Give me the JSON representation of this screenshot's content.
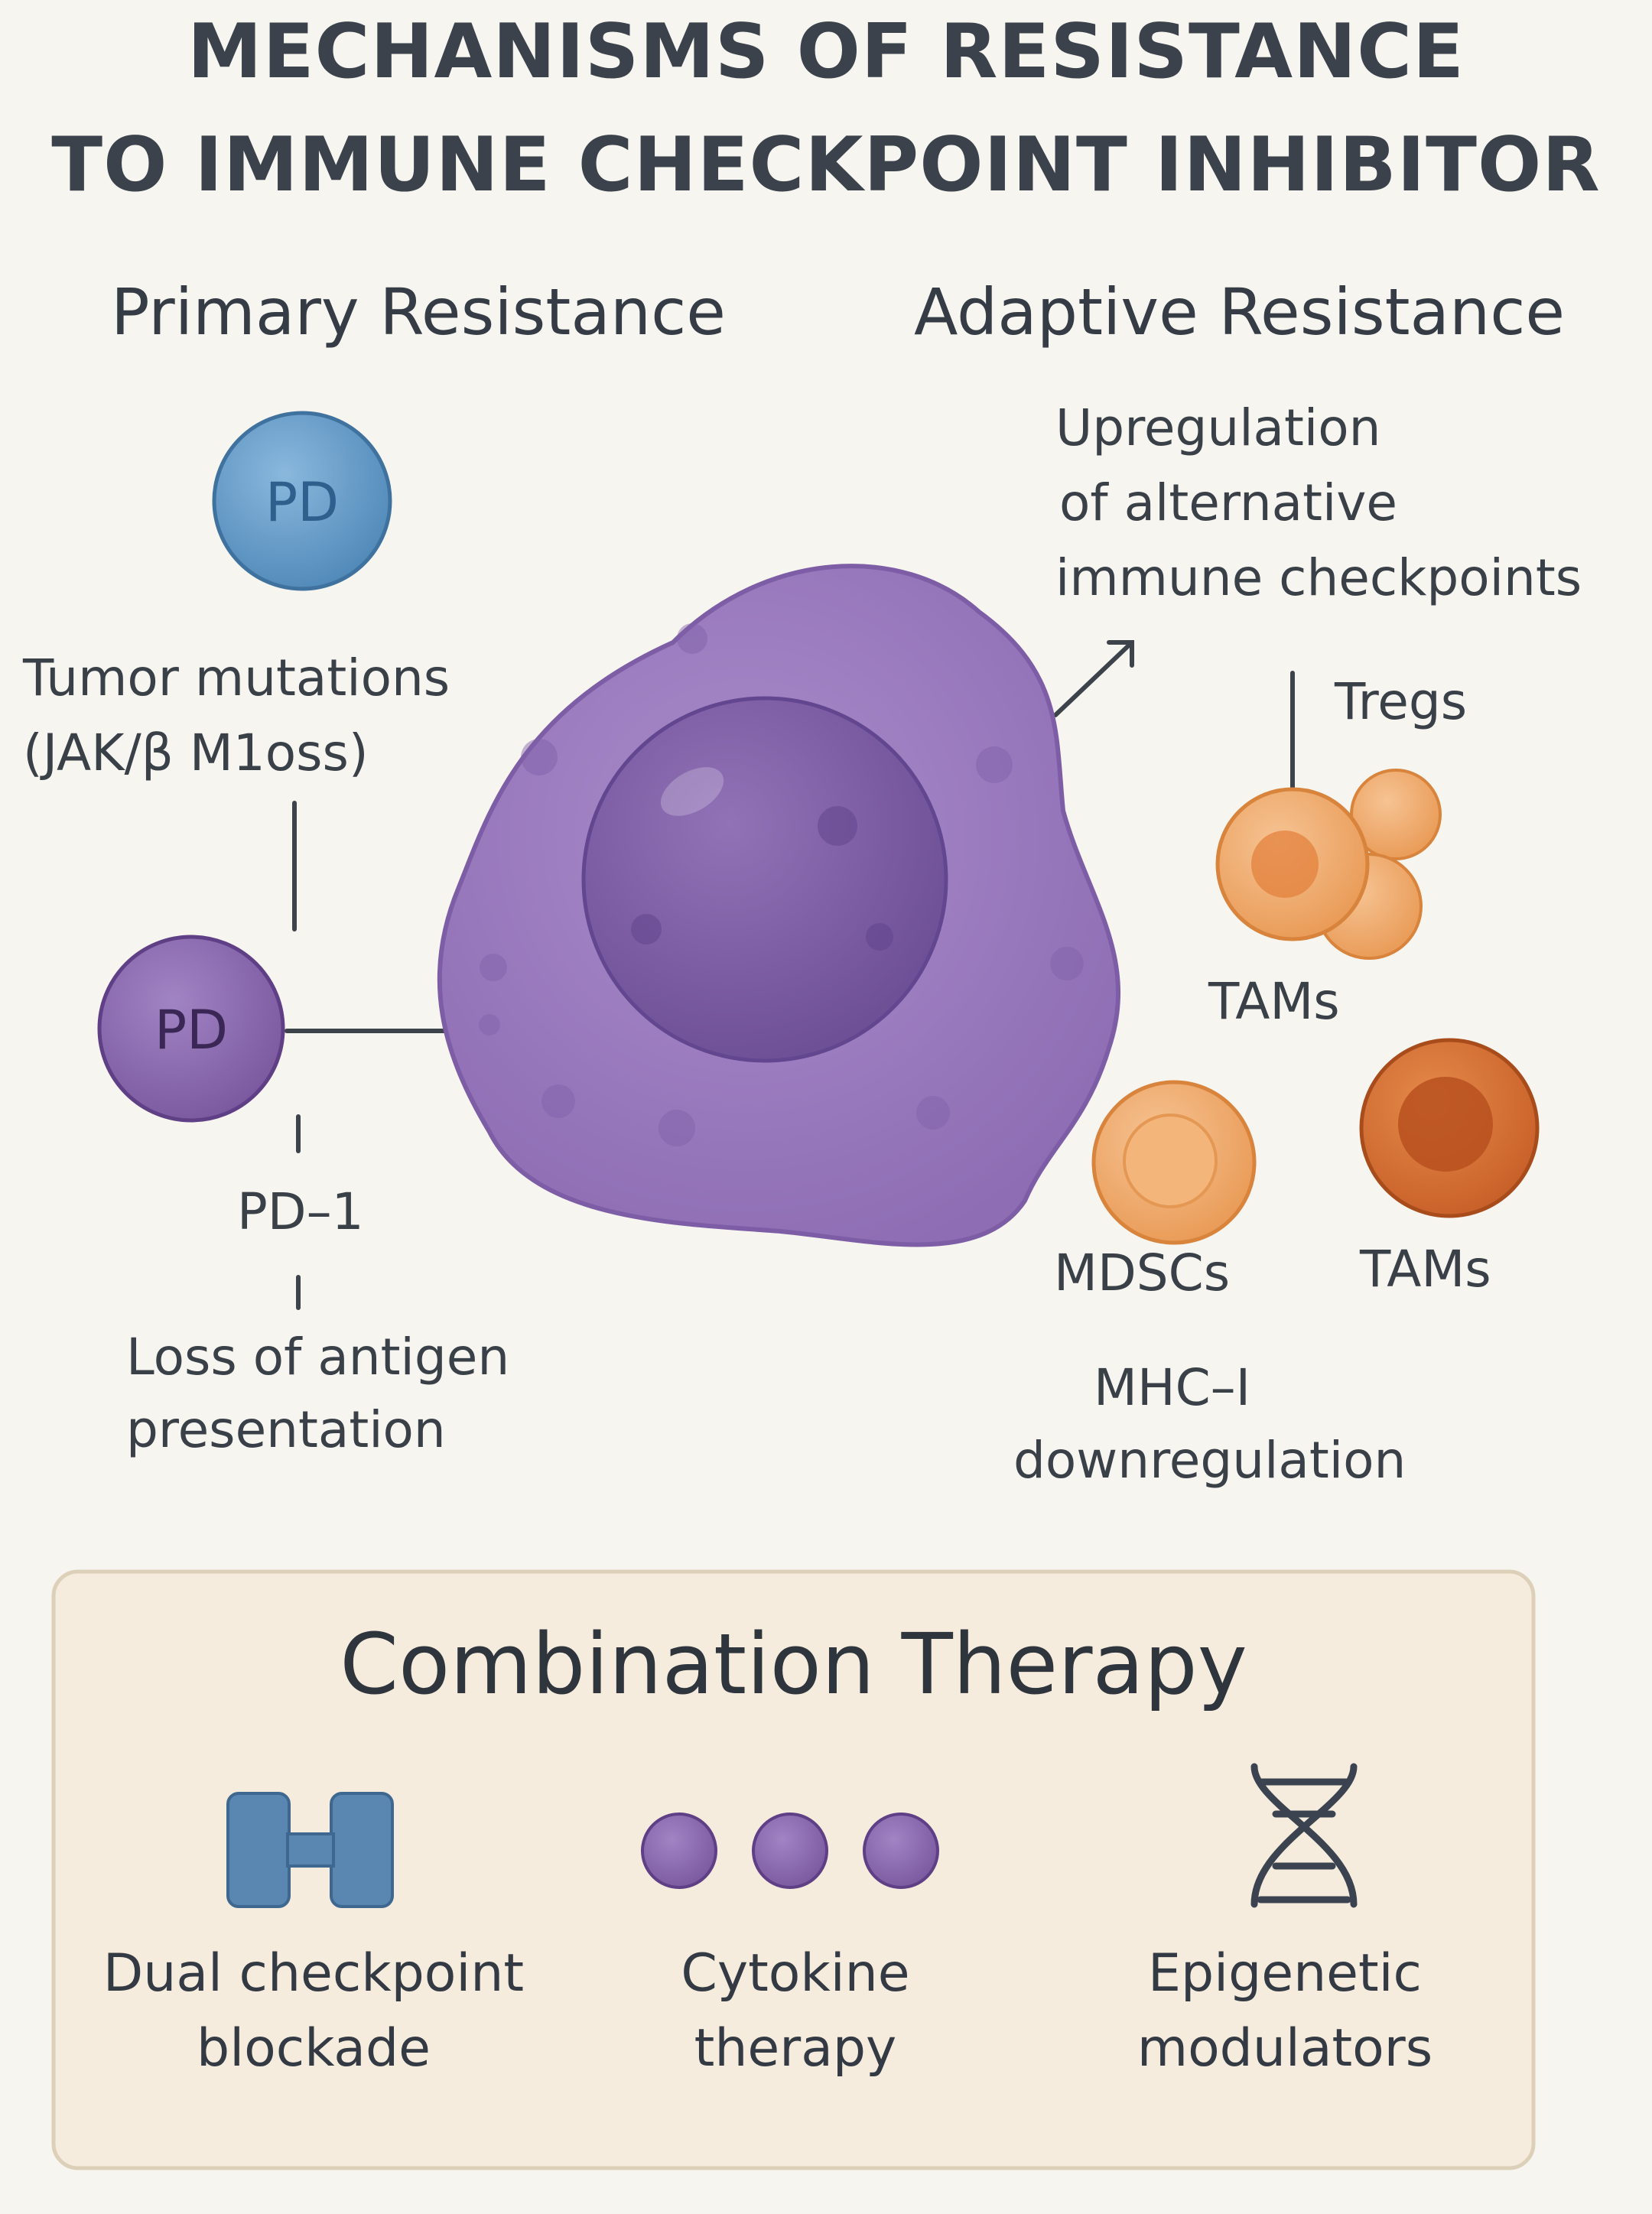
{
  "title": {
    "line1": "MECHANISMS OF RESISTANCE",
    "line2": "TO IMMUNE CHECKPOINT INHIBITOR"
  },
  "primary": {
    "heading": "Primary Resistance",
    "pd_top": "PD",
    "pd_left": "PD",
    "mutations_line1": "Tumor mutations",
    "mutations_line2": "(JAK/β M1oss)",
    "pd1": "PD–1",
    "antigen_line1": "Loss of antigen",
    "antigen_line2": "presentation"
  },
  "adaptive": {
    "heading": "Adaptive Resistance",
    "upregulation_line1": "Upregulation",
    "upregulation_line2": "of alternative",
    "upregulation_line3": "immune checkpoints",
    "tregs": "Tregs",
    "tams_1": "TAMs",
    "mdscs": "MDSCs",
    "tams_2": "TAMs",
    "mhc_line1": "MHC–I",
    "mhc_line2": "downregulation"
  },
  "combination": {
    "title": "Combination Therapy",
    "items": [
      {
        "line1": "Dual checkpoint",
        "line2": "blockade",
        "icon": "blockade-icon"
      },
      {
        "line1": "Cytokine",
        "line2": "therapy",
        "icon": "cytokine-dots-icon"
      },
      {
        "line1": "Epigenetic",
        "line2": "modulators",
        "icon": "dna-helix-icon"
      }
    ]
  },
  "colors": {
    "background": "#f7f5ef",
    "tumor_cell": "#9a7bbd",
    "nucleus": "#7a5aa3",
    "pd_blue": "#5b95c4",
    "pd_purple": "#8462a8",
    "immune_orange": "#eda866",
    "tam_dark": "#d2692f",
    "panel": "#f5ecdd"
  }
}
